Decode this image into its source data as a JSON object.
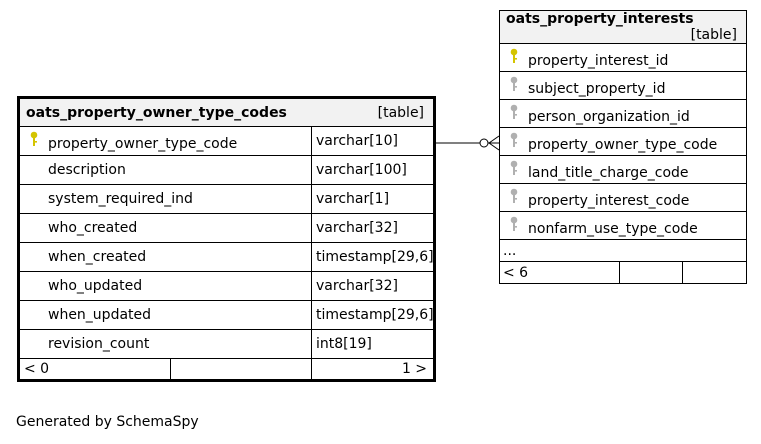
{
  "owner_table": {
    "name": "oats_property_owner_type_codes",
    "tag": "[table]",
    "columns": [
      {
        "name": "property_owner_type_code",
        "type": "varchar[10]",
        "icon": "primary-key-icon"
      },
      {
        "name": "description",
        "type": "varchar[100]"
      },
      {
        "name": "system_required_ind",
        "type": "varchar[1]"
      },
      {
        "name": "who_created",
        "type": "varchar[32]"
      },
      {
        "name": "when_created",
        "type": "timestamp[29,6]"
      },
      {
        "name": "who_updated",
        "type": "varchar[32]"
      },
      {
        "name": "when_updated",
        "type": "timestamp[29,6]"
      },
      {
        "name": "revision_count",
        "type": "int8[19]"
      }
    ],
    "footer_left": "< 0",
    "footer_right": "1 >"
  },
  "interests_table": {
    "name": "oats_property_interests",
    "tag": "[table]",
    "columns": [
      {
        "name": "property_interest_id",
        "icon": "primary-key-icon"
      },
      {
        "name": "subject_property_id",
        "icon": "foreign-key-icon"
      },
      {
        "name": "person_organization_id",
        "icon": "foreign-key-icon"
      },
      {
        "name": "property_owner_type_code",
        "icon": "foreign-key-icon"
      },
      {
        "name": "land_title_charge_code",
        "icon": "foreign-key-icon"
      },
      {
        "name": "property_interest_code",
        "icon": "foreign-key-icon"
      },
      {
        "name": "nonfarm_use_type_code",
        "icon": "foreign-key-icon"
      }
    ],
    "ellipsis": "...",
    "footer_left": "< 6"
  },
  "colors": {
    "primary_key": "#d4c400",
    "foreign_key": "#b0b0b0",
    "header_bg": "#f2f2f2"
  },
  "footer_text": "Generated by SchemaSpy"
}
